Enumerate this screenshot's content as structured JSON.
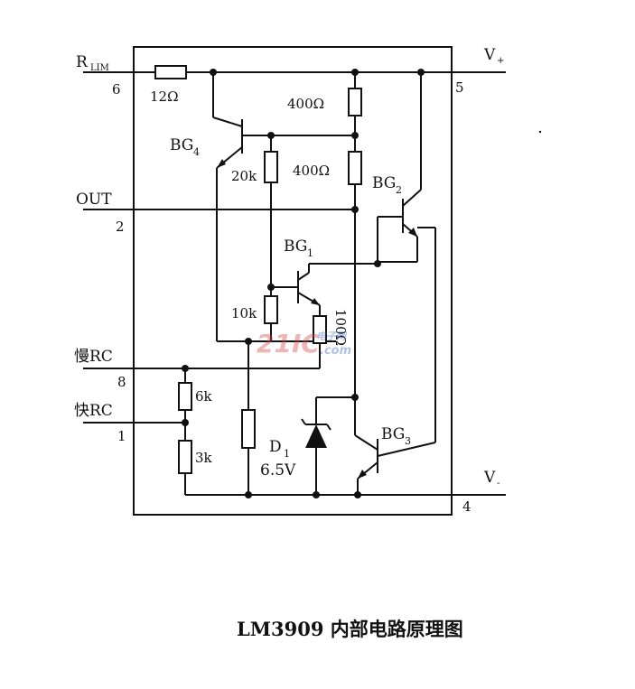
{
  "pins": {
    "rlim": "R",
    "rlim_sub": "LIM",
    "rlim_num": "6",
    "out": "OUT",
    "out_num": "2",
    "slow_rc": "慢RC",
    "slow_rc_num": "8",
    "fast_rc": "快RC",
    "fast_rc_num": "1",
    "vplus": "V",
    "vplus_sub": "+",
    "vplus_num": "5",
    "vminus": "V",
    "vminus_sub": "-",
    "vminus_num": "4"
  },
  "components": {
    "r_12": "12Ω",
    "r_400_top": "400Ω",
    "r_400_mid": "400Ω",
    "r_20k": "20k",
    "r_10k": "10k",
    "r_6k": "6k",
    "r_3k": "3k",
    "r_100": "100Ω",
    "bg4": "BG",
    "bg4_sub": "4",
    "bg2": "BG",
    "bg2_sub": "2",
    "bg1": "BG",
    "bg1_sub": "1",
    "bg3": "BG",
    "bg3_sub": "3",
    "d1": "D",
    "d1_sub": "1",
    "d1_value": "6.5V"
  },
  "watermark": {
    "brand": "21IC",
    "suffix": "电子网",
    "domain": ".com"
  },
  "caption": "LM3909 内部电路原理图"
}
